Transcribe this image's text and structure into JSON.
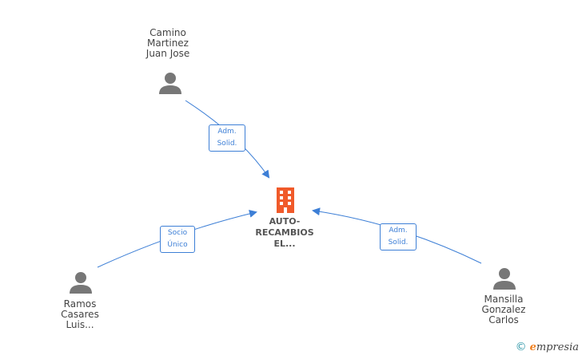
{
  "company": {
    "name_lines": [
      "AUTO-",
      "RECAMBIOS",
      "EL..."
    ],
    "icon": "building-icon",
    "icon_color": "#f05a2a"
  },
  "people": [
    {
      "id": "camino",
      "name_lines": [
        "Camino",
        "Martinez",
        "Juan Jose"
      ],
      "icon": "person-icon"
    },
    {
      "id": "ramos",
      "name_lines": [
        "Ramos",
        "Casares",
        "Luis..."
      ],
      "icon": "person-icon"
    },
    {
      "id": "mansilla",
      "name_lines": [
        "Mansilla",
        "Gonzalez",
        "Carlos"
      ],
      "icon": "person-icon"
    }
  ],
  "relations": [
    {
      "from": "camino",
      "role_lines": [
        "Adm.",
        "Solid."
      ]
    },
    {
      "from": "ramos",
      "role_lines": [
        "Socio",
        "Único"
      ]
    },
    {
      "from": "mansilla",
      "role_lines": [
        "Adm.",
        "Solid."
      ]
    }
  ],
  "colors": {
    "edge": "#3d7fd6",
    "person": "#777777",
    "label": "#444444"
  },
  "footer": {
    "copyright_symbol": "©",
    "brand_first": "e",
    "brand_rest": "mpresia"
  }
}
